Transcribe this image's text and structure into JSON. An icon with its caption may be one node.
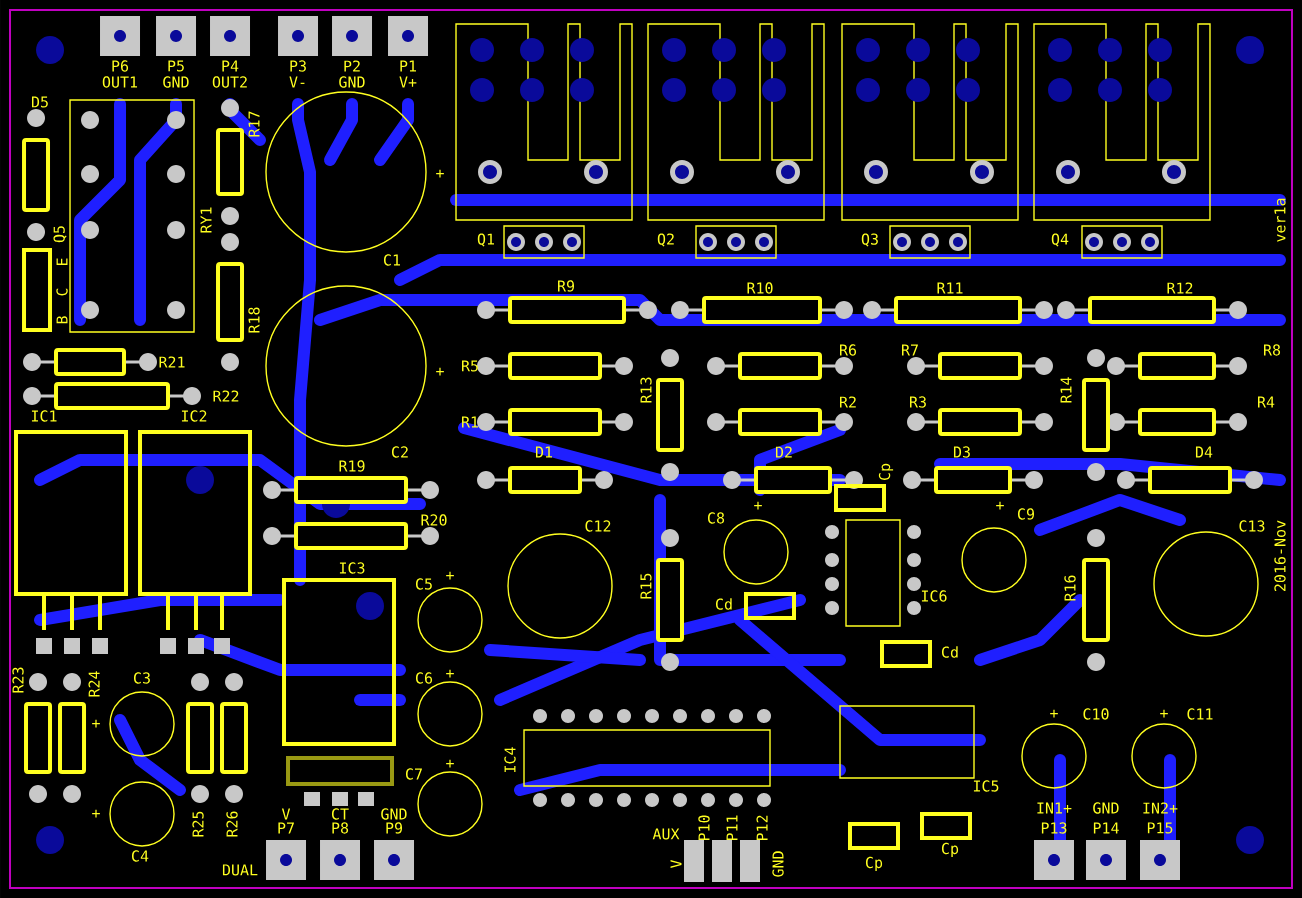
{
  "diagram": {
    "labels": [
      "P6",
      "P5",
      "P4",
      "P3",
      "P2",
      "P1",
      "OUT1",
      "GND",
      "OUT2",
      "V-",
      "GND",
      "V+",
      "D5",
      "R17",
      "+",
      "RY1",
      "ver1a",
      "Q5",
      "Q1",
      "Q2",
      "Q3",
      "Q4",
      "E",
      "C1",
      "R9",
      "R10",
      "R11",
      "R12",
      "C",
      "B",
      "R18",
      "R6",
      "R7",
      "R8",
      "R21",
      "R5",
      "+",
      "R22",
      "R13",
      "R14",
      "R2",
      "R3",
      "R4",
      "IC1",
      "IC2",
      "R1",
      "C2",
      "D1",
      "D2",
      "D3",
      "D4",
      "R19",
      "Cp",
      "C8",
      "+",
      "+",
      "C9",
      "R20",
      "C12",
      "C13",
      "2016-Nov",
      "IC3",
      "+",
      "C5",
      "R15",
      "R16",
      "IC6",
      "Cd",
      "Cd",
      "+",
      "R23",
      "R24",
      "C3",
      "C6",
      "+",
      "C10",
      "+",
      "C11",
      "+",
      "IC4",
      "C7",
      "+",
      "IC5",
      "+",
      "V",
      "CT",
      "GND",
      "IN1+",
      "GND",
      "IN2+",
      "R25",
      "R26",
      "P7",
      "P8",
      "P9",
      "AUX",
      "P10",
      "P11",
      "P12",
      "P13",
      "P14",
      "P15",
      "C4",
      "DUAL",
      "V",
      "GND",
      "Cp",
      "Cp"
    ]
  }
}
